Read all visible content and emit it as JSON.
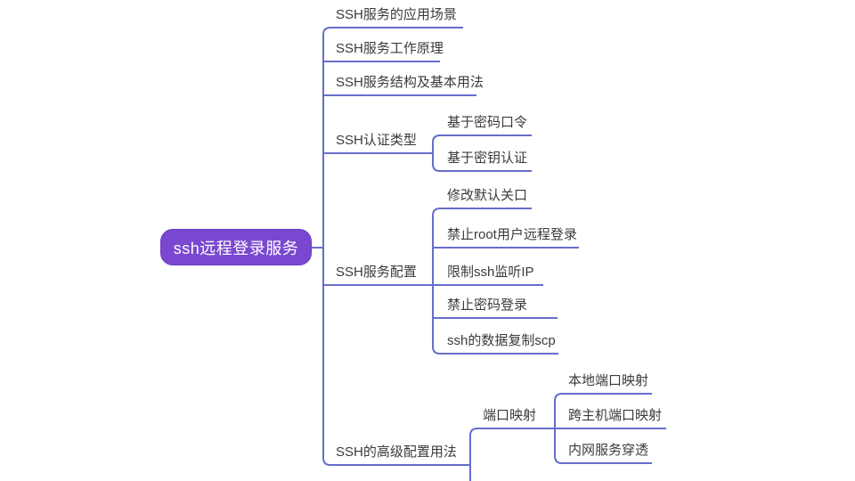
{
  "app": {
    "type": "mindmap",
    "background_color": "#ffffff"
  },
  "colors": {
    "root_fill": "#7a48d0",
    "root_border": "#6c3cc2",
    "root_text": "#ffffff",
    "branch_line": "#666dcb",
    "node_text": "#3b3b3b"
  },
  "mindmap": {
    "root": {
      "label": "ssh远程登录服务"
    },
    "branches": [
      {
        "label": "SSH服务的应用场景",
        "children": []
      },
      {
        "label": "SSH服务工作原理",
        "children": []
      },
      {
        "label": "SSH服务结构及基本用法",
        "children": []
      },
      {
        "label": "SSH认证类型",
        "children": [
          {
            "label": "基于密码口令"
          },
          {
            "label": "基于密钥认证"
          }
        ]
      },
      {
        "label": "SSH服务配置",
        "children": [
          {
            "label": "修改默认关口"
          },
          {
            "label": "禁止root用户远程登录"
          },
          {
            "label": "限制ssh监听IP"
          },
          {
            "label": "禁止密码登录"
          },
          {
            "label": "ssh的数据复制scp"
          }
        ]
      },
      {
        "label": "SSH的高级配置用法",
        "children": [
          {
            "label": "端口映射",
            "children": [
              {
                "label": "本地端口映射"
              },
              {
                "label": "跨主机端口映射"
              },
              {
                "label": "内网服务穿透"
              }
            ]
          }
        ]
      }
    ]
  }
}
